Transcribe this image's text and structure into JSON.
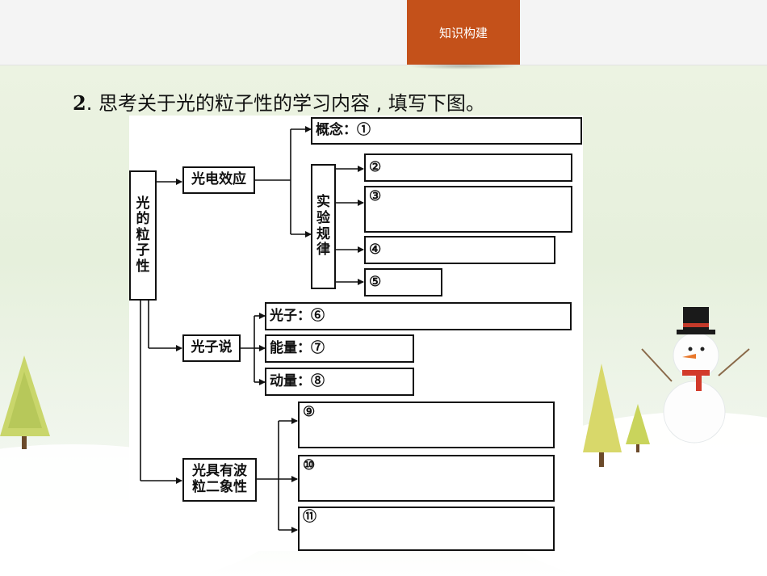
{
  "header": {
    "tab_label": "知识构建"
  },
  "question": {
    "number": "2",
    "text": ". 思考关于光的粒子性的学习内容 , 填写下图。"
  },
  "diagram": {
    "root": [
      "光",
      "的",
      "粒",
      "子",
      "性"
    ],
    "effect": "光电效应",
    "concept": "概念：①",
    "experiment": [
      "实",
      "验",
      "规",
      "律"
    ],
    "blanks": [
      "②",
      "③",
      "④",
      "⑤"
    ],
    "photon_theory": "光子说",
    "photon": "光子：⑥",
    "energy": "能量：⑦",
    "momentum": "动量：⑧",
    "duality": [
      "光具有波",
      "粒二象性"
    ],
    "duality_blanks": [
      "⑨",
      "⑩",
      "⑪"
    ]
  },
  "colors": {
    "tab": "#c4511a",
    "line": "#111111"
  }
}
